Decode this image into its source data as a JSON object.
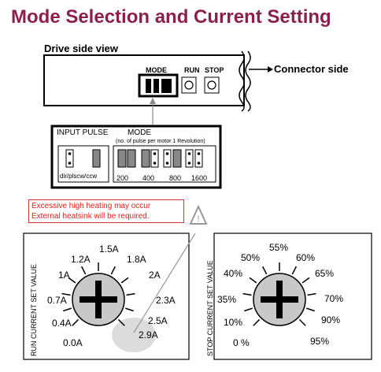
{
  "title": "Mode Selection and Current Setting",
  "drive_side": {
    "view_label": "Drive side view",
    "connector_label": "Connector side",
    "mode_label": "MODE",
    "run_label": "RUN",
    "stop_label": "STOP"
  },
  "mode_panel": {
    "input_pulse_label": "INPUT PULSE",
    "mode_label": "MODE",
    "mode_sublabel": "(no. of pulse per motor 1 Revolution)",
    "input_option": "dir/pls",
    "input_option2": "cw/ccw",
    "resolutions": [
      "200",
      "400",
      "800",
      "1600"
    ]
  },
  "warning": {
    "line1": "Excessive high heating may occur",
    "line2": "External heatsink will be required."
  },
  "run_dial": {
    "axis_label": "RUN CURRENT SET VALUE",
    "values": [
      "0.0A",
      "0.4A",
      "0.7A",
      "1A",
      "1.2A",
      "1.5A",
      "1.8A",
      "2A",
      "2.3A",
      "2.5A",
      "2.9A"
    ]
  },
  "stop_dial": {
    "axis_label": "STOP CURRENT SET VALUE",
    "values": [
      "0 %",
      "10%",
      "35%",
      "40%",
      "50%",
      "55%",
      "60%",
      "65%",
      "70%",
      "90%",
      "95%"
    ]
  },
  "colors": {
    "title": "#8B1F4E",
    "warning": "#e0201a",
    "dial_fill": "#c8c8c8",
    "highlight": "#dcdcdc"
  }
}
